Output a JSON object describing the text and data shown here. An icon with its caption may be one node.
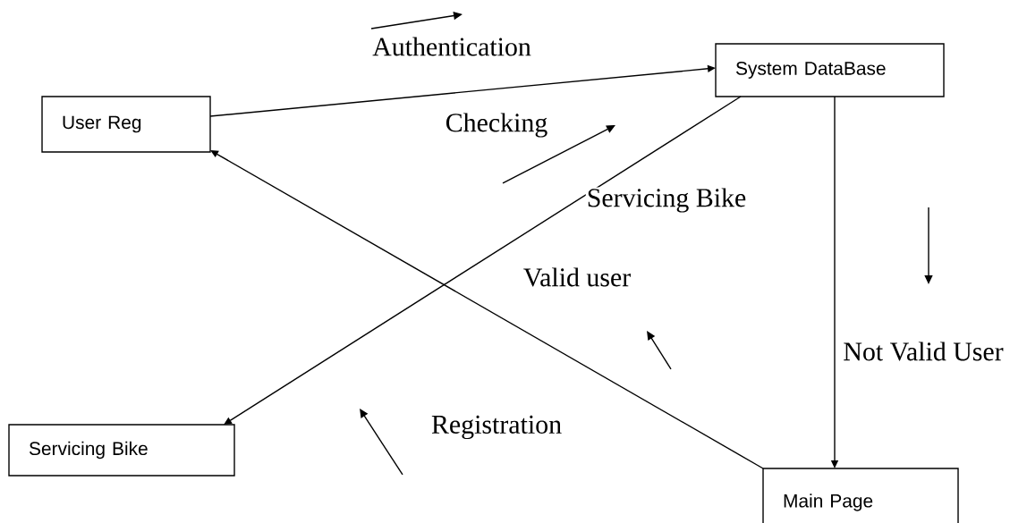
{
  "diagram": {
    "nodes": [
      {
        "text": [
          "User Reg"
        ]
      },
      {
        "text": [
          "System DataBase"
        ]
      },
      {
        "text": [
          "Servicing Bike"
        ]
      },
      {
        "text": [
          "Main Page"
        ]
      }
    ],
    "edges": [
      {
        "from": 0,
        "to": 1,
        "arrow": "to"
      },
      {
        "from": 1,
        "to": 2,
        "arrow": "to",
        "label": "Servicing Bike"
      },
      {
        "from": 3,
        "to": 0,
        "arrow": "to"
      },
      {
        "from": 1,
        "to": 3,
        "arrow": "to",
        "label": "Not Valid User"
      }
    ],
    "labels": [
      "Authentication",
      "Checking",
      "Valid user",
      "Registration"
    ]
  }
}
